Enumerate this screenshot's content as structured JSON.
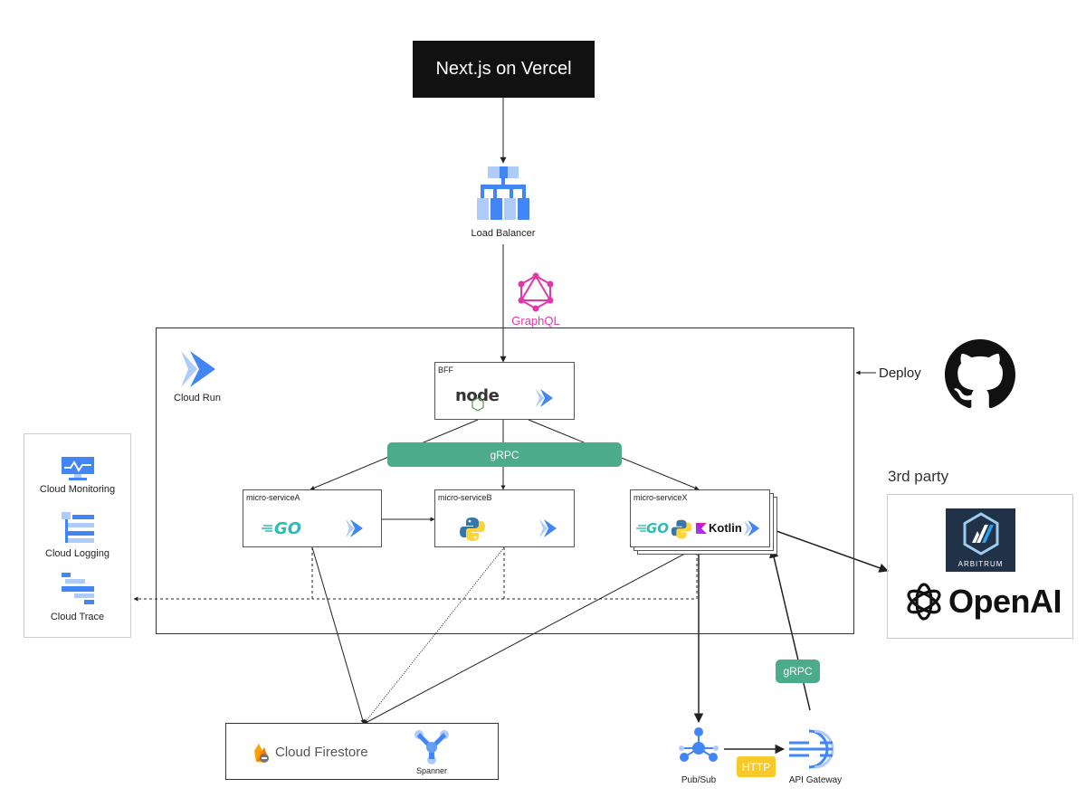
{
  "top": {
    "label": "Next.js on Vercel"
  },
  "load_balancer": {
    "label": "Load Balancer"
  },
  "graphql": {
    "label": "GraphQL"
  },
  "cloud_run": {
    "label": "Cloud Run"
  },
  "deploy": {
    "label": "Deploy"
  },
  "bff": {
    "label": "BFF",
    "logo_text": "node"
  },
  "grpc_main": {
    "label": "gRPC"
  },
  "services": {
    "a": {
      "label": "micro-serviceA",
      "go": "GO"
    },
    "b": {
      "label": "micro-serviceB"
    },
    "x": {
      "label": "micro-serviceX",
      "go": "GO",
      "kotlin": "Kotlin"
    }
  },
  "observability": {
    "monitoring": "Cloud Monitoring",
    "logging": "Cloud Logging",
    "trace": "Cloud Trace"
  },
  "third_party": {
    "title": "3rd party",
    "arbitrum": "ARBITRUM",
    "openai": "OpenAI"
  },
  "datastore": {
    "firestore": "Cloud Firestore",
    "spanner": "Spanner"
  },
  "pubsub": {
    "label": "Pub/Sub"
  },
  "http": {
    "label": "HTTP"
  },
  "api_gateway": {
    "label": "API Gateway"
  },
  "grpc_gateway": {
    "label": "gRPC"
  },
  "colors": {
    "grpc_green": "#4CAB8A",
    "gcp_blue": "#4285F4",
    "gcp_light_blue": "#AECBFA",
    "graphql_pink": "#E535AB",
    "http_yellow": "#F7C92B",
    "arbitrum_navy": "#213147"
  }
}
